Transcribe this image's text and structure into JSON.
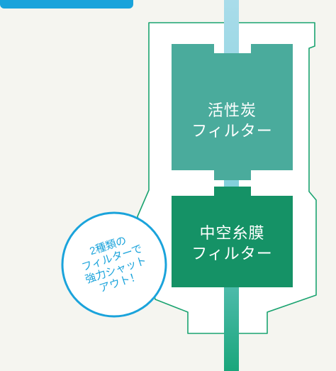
{
  "filters": [
    {
      "name": "活性炭フィルター",
      "lines": [
        "活性炭",
        "フィルター"
      ]
    },
    {
      "name": "中空糸膜フィルター",
      "lines": [
        "中空糸膜",
        "フィルター"
      ]
    }
  ],
  "badge": {
    "lines": [
      "2種類の",
      "フィルターで",
      "強力シャット",
      "アウト！"
    ]
  },
  "colors": {
    "background": "#f5f5f0",
    "housing_outline": "#1aa370",
    "carbon_filter": "#4aab9c",
    "membrane_filter": "#159266",
    "pipe_top": "#a9dcea",
    "pipe_bottom": "#1aa67b",
    "badge_blue": "#1aa3db",
    "top_tab": "#1aa3db"
  }
}
